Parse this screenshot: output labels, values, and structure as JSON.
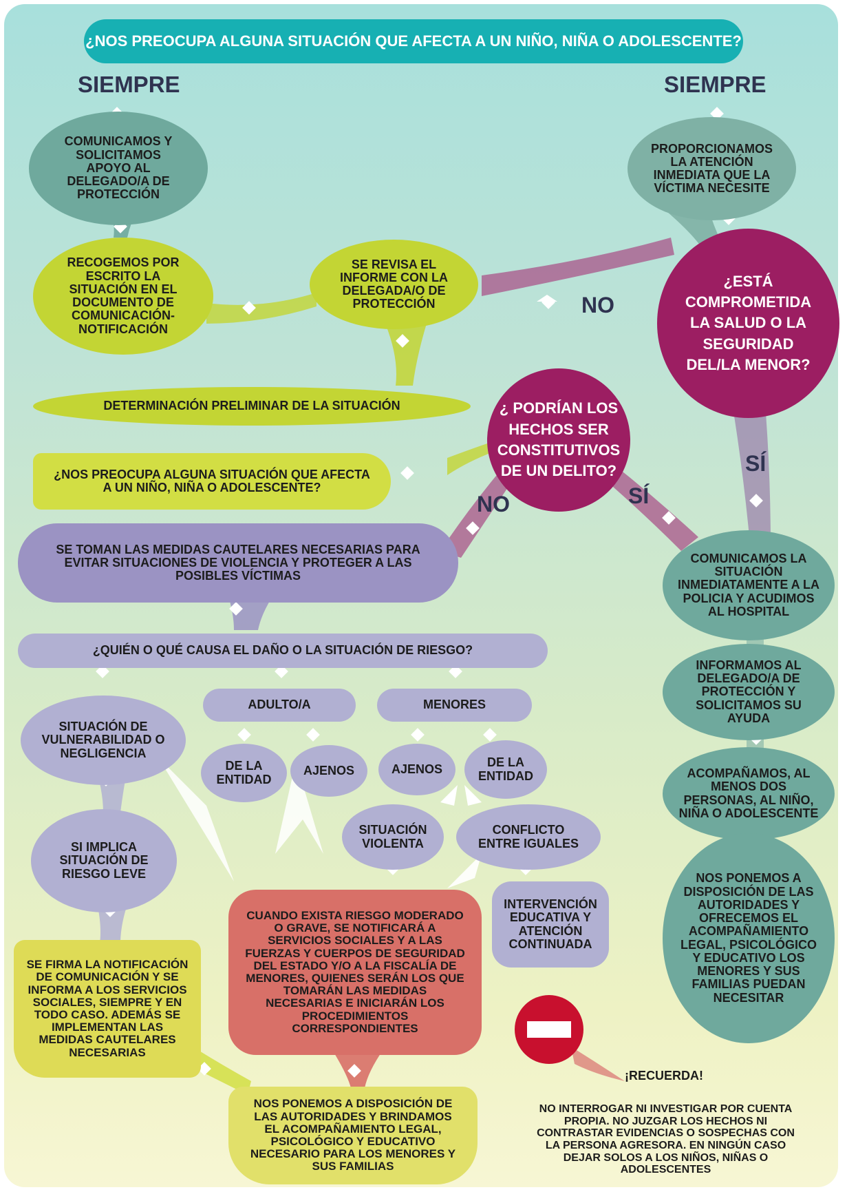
{
  "title": "¿NOS PREOCUPA ALGUNA SITUACIÓN QUE AFECTA A UN NIÑO, NIÑA O ADOLESCENTE?",
  "labels": {
    "siempre_left": "SIEMPRE",
    "siempre_right": "SIEMPRE",
    "no_1": "NO",
    "si_1": "SÍ",
    "no_2": "NO",
    "si_2": "SÍ"
  },
  "left_column": {
    "comunicamos": "COMUNICAMOS Y SOLICITAMOS APOYO AL DELEGADO/A DE PROTECCIÓN",
    "recogemos": "RECOGEMOS POR ESCRITO LA SITUACIÓN EN EL DOCUMENTO DE COMUNICACIÓN-NOTIFICACIÓN",
    "revisa": "SE REVISA EL INFORME CON LA DELEGADA/O DE PROTECCIÓN",
    "determinacion": "DETERMINACIÓN PRELIMINAR DE LA SITUACIÓN",
    "preocupa2": "¿NOS PREOCUPA ALGUNA SITUACIÓN QUE AFECTA A UN NIÑO, NIÑA O ADOLESCENTE?",
    "medidas": "SE TOMAN LAS MEDIDAS CAUTELARES NECESARIAS PARA EVITAR SITUACIONES DE VIOLENCIA Y PROTEGER A LAS POSIBLES VÍCTIMAS",
    "quien": "¿QUIÉN O QUÉ CAUSA EL DAÑO O LA SITUACIÓN DE RIESGO?"
  },
  "questions": {
    "delito": "¿ PODRÍAN LOS HECHOS SER CONSTITUTIVOS DE UN DELITO?",
    "salud": "¿ESTÁ COMPROMETIDA LA SALUD O LA SEGURIDAD DEL/LA MENOR?"
  },
  "branches": {
    "vulnerabilidad": "SITUACIÓN DE VULNERABILIDAD O NEGLIGENCIA",
    "adulto": "ADULTO/A",
    "menores": "MENORES",
    "adulto_entidad": "DE LA ENTIDAD",
    "adulto_ajenos": "AJENOS",
    "menores_ajenos": "AJENOS",
    "menores_entidad": "DE LA ENTIDAD",
    "riesgo_leve": "SI IMPLICA SITUACIÓN DE RIESGO LEVE",
    "violenta": "SITUACIÓN VIOLENTA",
    "conflicto": "CONFLICTO ENTRE IGUALES",
    "intervencion": "INTERVENCIÓN EDUCATIVA Y ATENCIÓN CONTINUADA",
    "firma": "SE FIRMA LA NOTIFICACIÓN DE COMUNICACIÓN Y SE INFORMA A LOS SERVICIOS SOCIALES, SIEMPRE Y EN TODO CASO. ADEMÁS SE IMPLEMENTAN LAS MEDIDAS CAUTELARES NECESARIAS",
    "grave": "CUANDO EXISTA RIESGO MODERADO O GRAVE, SE NOTIFICARÁ A SERVICIOS SOCIALES Y A LAS FUERZAS Y CUERPOS DE SEGURIDAD DEL ESTADO Y/O A LA FISCALÍA DE MENORES, QUIENES SERÁN LOS QUE TOMARÁN LAS MEDIDAS NECESARIAS E INICIARÁN LOS PROCEDIMIENTOS CORRESPONDIENTES",
    "disposicion_bottom": "NOS PONEMOS A DISPOSICIÓN DE LAS AUTORIDADES Y BRINDAMOS EL ACOMPAÑAMIENTO LEGAL, PSICOLÓGICO Y EDUCATIVO NECESARIO PARA LOS MENORES Y SUS FAMILIAS"
  },
  "right_column": {
    "atencion": "PROPORCIONAMOS LA ATENCIÓN INMEDIATA QUE LA VÍCTIMA NECESITE",
    "policia": "COMUNICAMOS LA SITUACIÓN INMEDIATAMENTE A LA POLICIA Y ACUDIMOS AL HOSPITAL",
    "informamos": "INFORMAMOS AL DELEGADO/A DE PROTECCIÓN Y SOLICITAMOS SU AYUDA",
    "acompanamos": "ACOMPAÑAMOS, AL MENOS DOS PERSONAS, AL NIÑO, NIÑA O ADOLESCENTE",
    "disposicion": "NOS PONEMOS A DISPOSICIÓN DE LAS AUTORIDADES Y OFRECEMOS EL ACOMPAÑAMIENTO LEGAL, PSICOLÓGICO Y EDUCATIVO LOS MENORES Y SUS FAMILIAS PUEDAN NECESITAR"
  },
  "reminder": {
    "icon": "no-entry-icon",
    "title": "¡RECUERDA!",
    "text": "NO INTERROGAR NI INVESTIGAR POR CUENTA PROPIA. NO JUZGAR LOS HECHOS NI CONTRASTAR EVIDENCIAS O SOSPECHAS CON LA PERSONA AGRESORA. EN NINGÚN CASO DEJAR SOLOS A LOS NIÑOS, NIÑAS O ADOLESCENTES"
  },
  "colors": {
    "teal": "#6fa99d",
    "lime": "#c3d534",
    "purple": "#9b93c3",
    "lavender": "#b1b0d2",
    "magenta": "#9c1e62",
    "red": "#d87068",
    "yellow": "#e1e06a",
    "title": "#17b0b3",
    "label": "#2f3350",
    "stop_sign": "#c8102e"
  }
}
